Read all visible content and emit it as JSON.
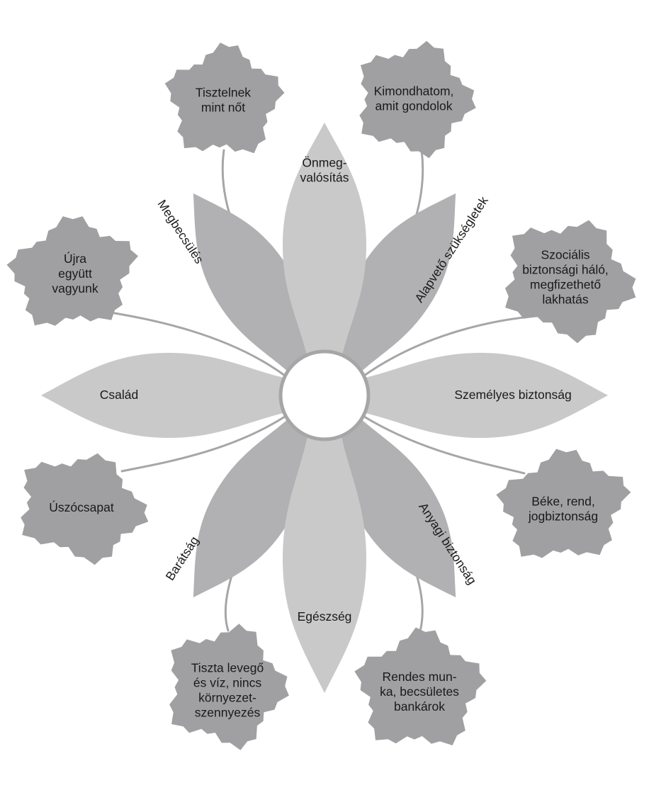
{
  "colors": {
    "background": "#ffffff",
    "petal_light": "#c9c9c9",
    "petal_mid": "#b1b1b3",
    "leaf": "#a0a0a2",
    "stem": "#a6a6a6",
    "center_fill": "#ffffff",
    "center_stroke": "#a6a6a6",
    "text": "#1a1a1a"
  },
  "petals": {
    "top": {
      "lines": [
        "Önmeg-",
        "valósítás"
      ],
      "color": "petal_light"
    },
    "bottom": {
      "lines": [
        "Egészség"
      ],
      "color": "petal_light"
    },
    "left": {
      "lines": [
        "Család"
      ],
      "color": "petal_light"
    },
    "right": {
      "lines": [
        "Személyes biztonság"
      ],
      "color": "petal_light"
    },
    "upper_left": {
      "lines": [
        "Megbecsülés"
      ],
      "color": "petal_mid"
    },
    "upper_right": {
      "lines": [
        "Alapvető szükségletek"
      ],
      "color": "petal_mid"
    },
    "lower_left": {
      "lines": [
        "Barátság"
      ],
      "color": "petal_mid"
    },
    "lower_right": {
      "lines": [
        "Anyagi biztonság"
      ],
      "color": "petal_mid"
    }
  },
  "leaves": {
    "top_left": {
      "lines": [
        "Tisztelnek",
        "mint nőt"
      ]
    },
    "top_right": {
      "lines": [
        "Kimondhatom,",
        "amit gondolok"
      ]
    },
    "upper_left": {
      "lines": [
        "Újra",
        "együtt",
        "vagyunk"
      ]
    },
    "upper_right": {
      "lines": [
        "Szociális",
        "biztonsági háló,",
        "megfizethető",
        "lakhatás"
      ]
    },
    "lower_left": {
      "lines": [
        "Úszócsapat"
      ]
    },
    "lower_right": {
      "lines": [
        "Béke, rend,",
        "jogbiztonság"
      ]
    },
    "bottom_left": {
      "lines": [
        "Tiszta levegő",
        "és víz, nincs",
        "környezet-",
        "szennyezés"
      ]
    },
    "bottom_right": {
      "lines": [
        "Rendes mun-",
        "ka, becsületes",
        "bankárok"
      ]
    }
  }
}
